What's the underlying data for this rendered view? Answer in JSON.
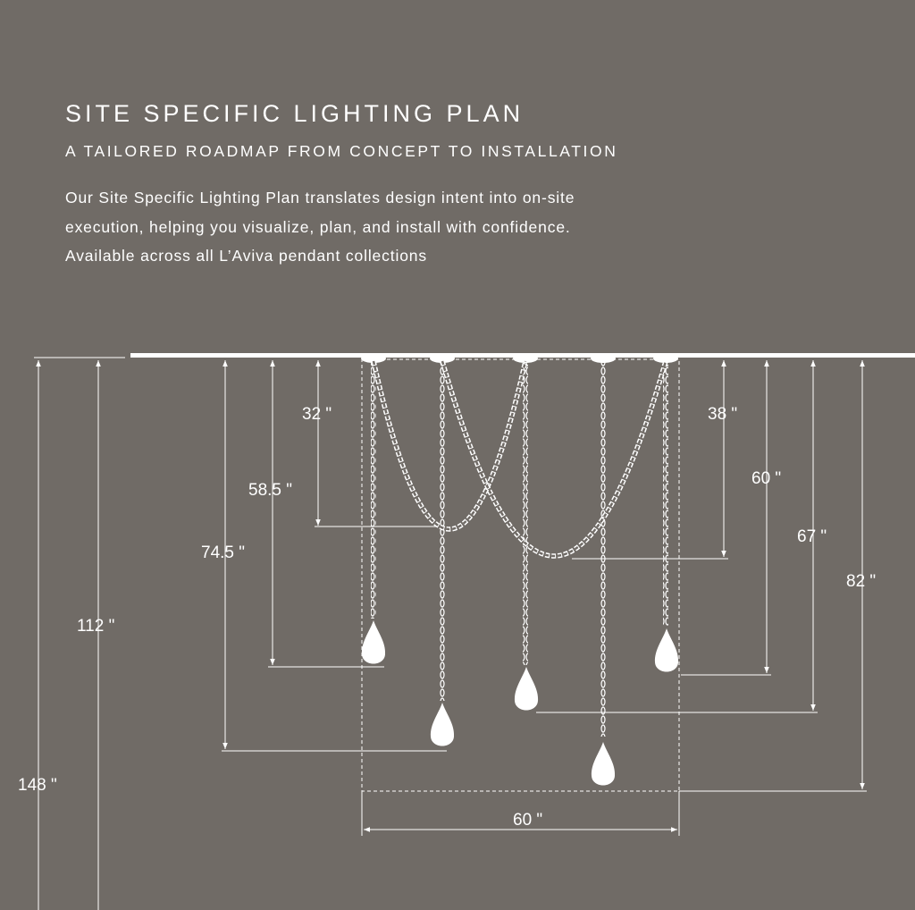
{
  "header": {
    "title": "SITE SPECIFIC LIGHTING PLAN",
    "subtitle": "A TAILORED ROADMAP FROM CONCEPT TO INSTALLATION",
    "body_lines": [
      "Our Site Specific Lighting Plan translates design intent into on-site",
      "execution, helping you visualize, plan, and install with confidence.",
      "Available across all L’Aviva pendant collections"
    ]
  },
  "dimensions": {
    "d32": "32 \"",
    "d58_5": "58.5 \"",
    "d74_5": "74.5 \"",
    "d112": "112 \"",
    "d148": "148 \"",
    "d38": "38 \"",
    "d60_right": "60 \"",
    "d67": "67 \"",
    "d82": "82 \"",
    "d60_width": "60 \""
  },
  "colors": {
    "background": "#706b66",
    "line": "#ffffff"
  }
}
